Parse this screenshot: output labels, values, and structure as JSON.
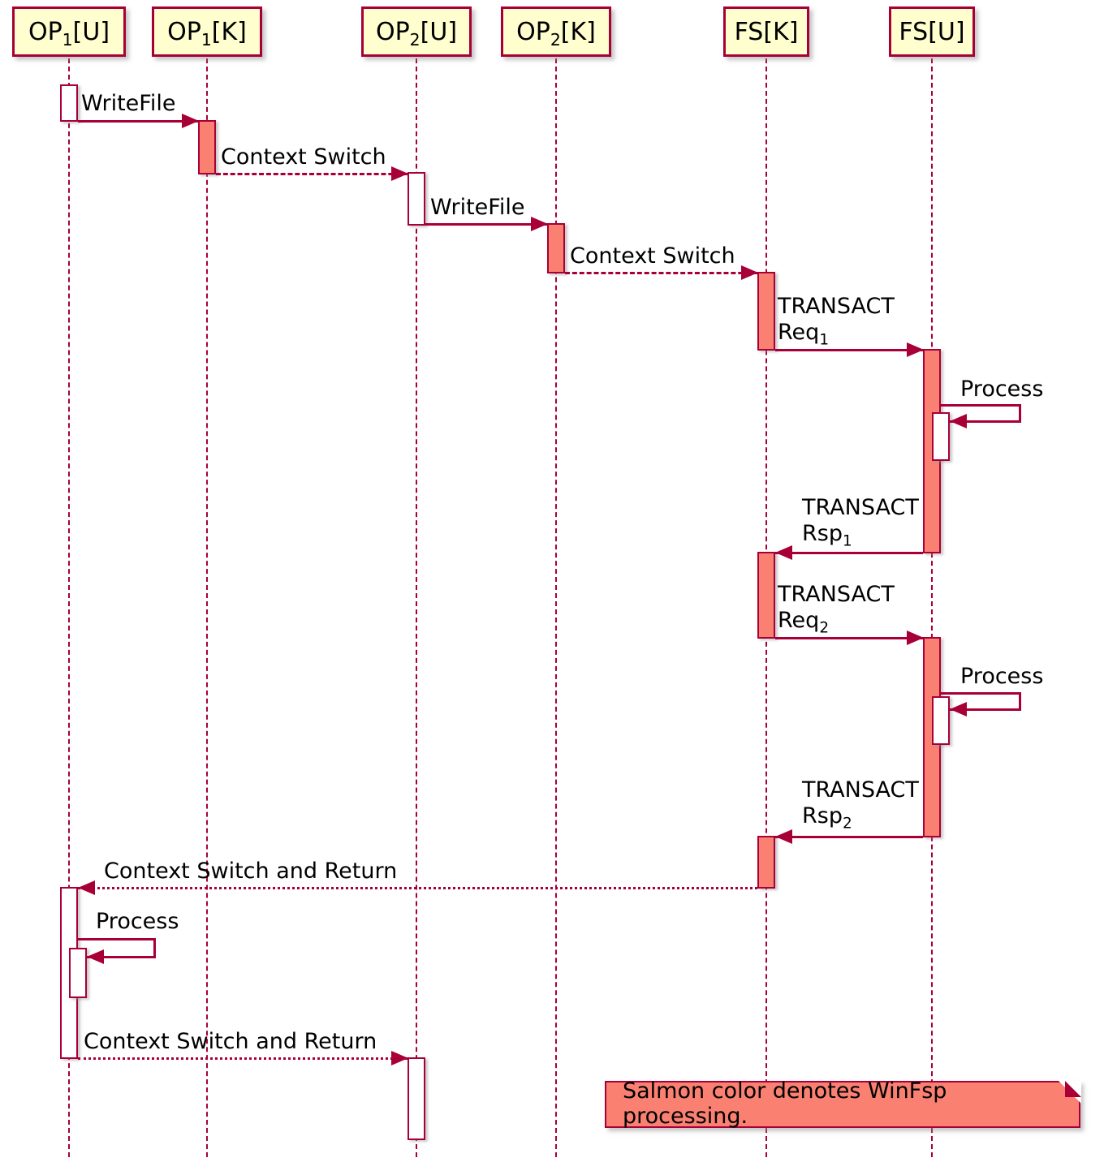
{
  "diagram_type": "uml-sequence",
  "participants": [
    {
      "base": "OP",
      "sub": "1",
      "suffix": "[U]"
    },
    {
      "base": "OP",
      "sub": "1",
      "suffix": "[K]"
    },
    {
      "base": "OP",
      "sub": "2",
      "suffix": "[U]"
    },
    {
      "base": "OP",
      "sub": "2",
      "suffix": "[K]"
    },
    {
      "base": "FS",
      "sub": "",
      "suffix": "[K]"
    },
    {
      "base": "FS",
      "sub": "",
      "suffix": "[U]"
    }
  ],
  "messages": [
    {
      "label": "WriteFile",
      "style": "solid"
    },
    {
      "label": "Context Switch",
      "style": "dashed"
    },
    {
      "label": "WriteFile",
      "style": "solid"
    },
    {
      "label": "Context Switch",
      "style": "dashed"
    },
    {
      "line1": "TRANSACT",
      "base": "Req",
      "sub": "1",
      "style": "solid"
    },
    {
      "label": "Process",
      "style": "self"
    },
    {
      "line1": "TRANSACT",
      "base": "Rsp",
      "sub": "1",
      "style": "solid"
    },
    {
      "line1": "TRANSACT",
      "base": "Req",
      "sub": "2",
      "style": "solid"
    },
    {
      "label": "Process",
      "style": "self"
    },
    {
      "line1": "TRANSACT",
      "base": "Rsp",
      "sub": "2",
      "style": "solid"
    },
    {
      "label": "Context Switch and Return",
      "style": "dotted"
    },
    {
      "label": "Process",
      "style": "self"
    },
    {
      "label": "Context Switch and Return",
      "style": "dotted"
    }
  ],
  "note": {
    "text": "Salmon color denotes WinFsp processing."
  },
  "colors": {
    "line": "#A80036",
    "participant_fill": "#FEFECE",
    "winfsp_processing": "#FA8072",
    "activation_fill": "#FFFFFF",
    "background": "#FFFFFF"
  }
}
